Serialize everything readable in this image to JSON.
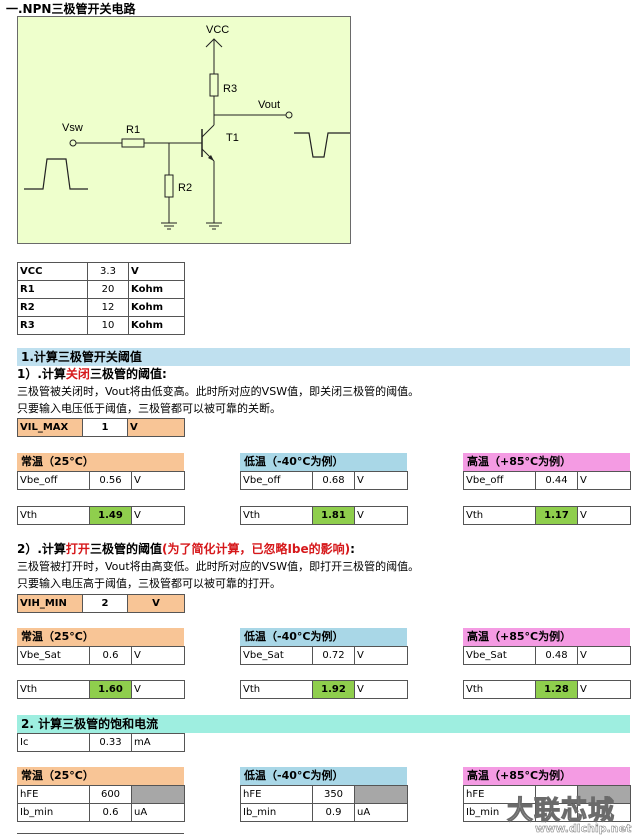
{
  "section0": {
    "title": "一.NPN三极管开关电路"
  },
  "circuit": {
    "vcc": "VCC",
    "r3": "R3",
    "vout": "Vout",
    "t1": "T1",
    "vsw": "Vsw",
    "r1": "R1",
    "r2": "R2"
  },
  "params": [
    {
      "name": "VCC",
      "value": "3.3",
      "unit": "V"
    },
    {
      "name": "R1",
      "value": "20",
      "unit": "Kohm"
    },
    {
      "name": "R2",
      "value": "12",
      "unit": "Kohm"
    },
    {
      "name": "R3",
      "value": "10",
      "unit": "Kohm"
    }
  ],
  "section1": {
    "title": "1.计算三极管开关阈值",
    "sub1": {
      "pre": "1）.计算",
      "red": "关闭",
      "post": "三极管的阈值:"
    },
    "line1": "三极管被关闭时，Vout将由低变高。此时所对应的VSW值，即关闭三极管的阈值。",
    "line2": "只要输入电压低于阈值，三极管都可以被可靠的关断。",
    "vil": {
      "label": "VIL_MAX",
      "value": "1",
      "unit": "V"
    },
    "headers": {
      "normal": "常温（25°C）",
      "low": "低温（-40°C为例）",
      "high": "高温（+85°C为例）"
    },
    "off": {
      "normal": {
        "label": "Vbe_off",
        "value": "0.56",
        "unit": "V",
        "vth_label": "Vth",
        "vth": "1.49",
        "vth_unit": "V"
      },
      "low": {
        "label": "Vbe_off",
        "value": "0.68",
        "unit": "V",
        "vth_label": "Vth",
        "vth": "1.81",
        "vth_unit": "V"
      },
      "high": {
        "label": "Vbe_off",
        "value": "0.44",
        "unit": "V",
        "vth_label": "Vth",
        "vth": "1.17",
        "vth_unit": "V"
      }
    },
    "sub2": {
      "pre": "2）.计算",
      "red": "打开",
      "mid": "三极管的阈值",
      "note": "(为了简化计算，已忽略Ibe的影响)",
      "post": ":"
    },
    "line3": "三极管被打开时，Vout将由高变低。此时所对应的VSW值，即打开三极管的阈值。",
    "line4": "只要输入电压高于阈值，三极管都可以被可靠的打开。",
    "vih": {
      "label": "VIH_MIN",
      "value": "2",
      "unit": "V"
    },
    "on": {
      "normal": {
        "label": "Vbe_Sat",
        "value": "0.6",
        "unit": "V",
        "vth_label": "Vth",
        "vth": "1.60",
        "vth_unit": "V"
      },
      "low": {
        "label": "Vbe_Sat",
        "value": "0.72",
        "unit": "V",
        "vth_label": "Vth",
        "vth": "1.92",
        "vth_unit": "V"
      },
      "high": {
        "label": "Vbe_Sat",
        "value": "0.48",
        "unit": "V",
        "vth_label": "Vth",
        "vth": "1.28",
        "vth_unit": "V"
      }
    }
  },
  "section2": {
    "title": "2. 计算三极管的饱和电流",
    "ic": {
      "label": "Ic",
      "value": "0.33",
      "unit": "mA"
    },
    "normal": {
      "hfe_label": "hFE",
      "hfe": "600",
      "ib_label": "Ib_min",
      "ib": "0.6",
      "ib_unit": "uA"
    },
    "low": {
      "hfe_label": "hFE",
      "hfe": "350",
      "ib_label": "Ib_min",
      "ib": "0.9",
      "ib_unit": "uA"
    },
    "high": {
      "hfe_label": "hFE",
      "hfe": "",
      "ib_label": "Ib_min",
      "ib": "",
      "ib_unit": ""
    }
  },
  "watermark": {
    "text": "大联芯城",
    "url": "www.dlchip.net"
  }
}
